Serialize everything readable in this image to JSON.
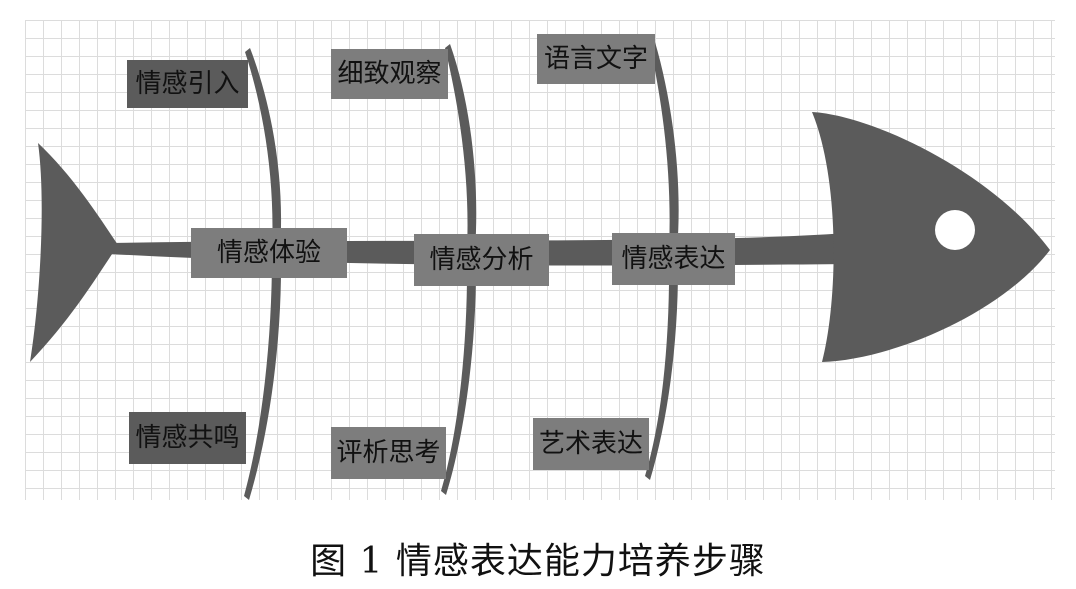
{
  "diagram": {
    "spine_labels": [
      "情感体验",
      "情感分析",
      "情感表达"
    ],
    "top_labels": [
      "情感引入",
      "细致观察",
      "语言文字"
    ],
    "bottom_labels": [
      "情感共鸣",
      "评析思考",
      "艺术表达"
    ]
  },
  "caption": "图 1    情感表达能力培养步骤",
  "colors": {
    "fish": "#5b5b5b",
    "box_dark": "#5b5b5b",
    "box_mid": "#7d7d7d",
    "grid": "#dcdcdc"
  }
}
